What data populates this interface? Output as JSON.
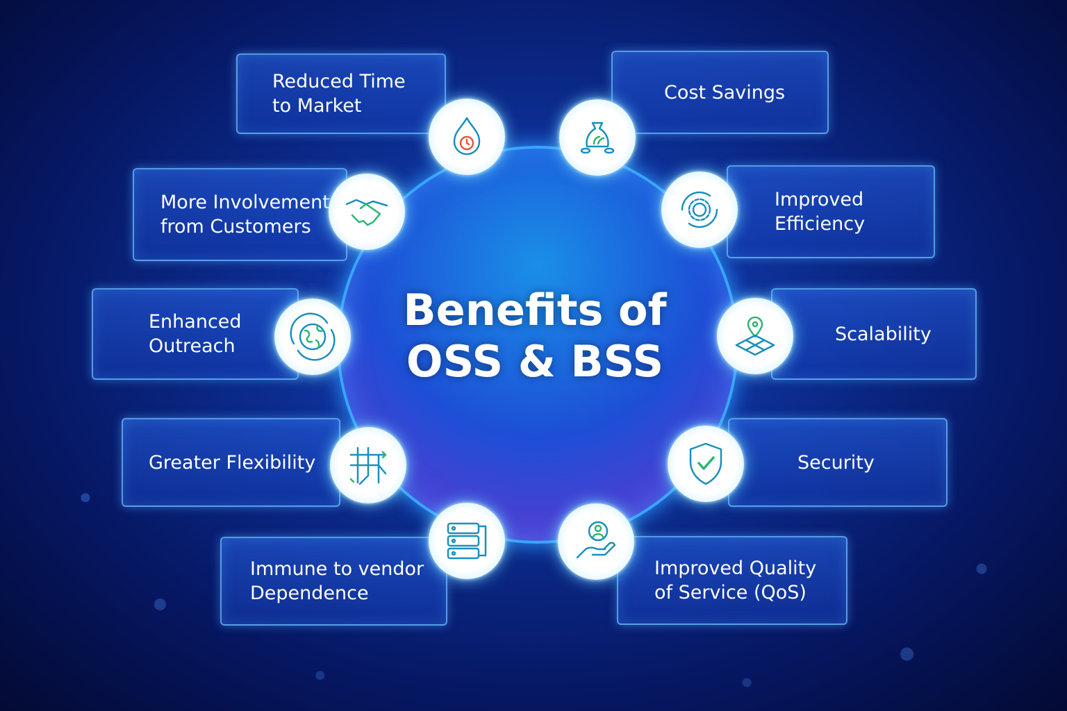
{
  "title": {
    "line1": "Benefits of",
    "line2": "OSS & BSS"
  },
  "benefits": [
    {
      "label": "Reduced Time\nto Market",
      "icon": "flame-clock-icon"
    },
    {
      "label": "Cost Savings",
      "icon": "money-bag-icon"
    },
    {
      "label": "More Involvement\nfrom Customers",
      "icon": "handshake-icon"
    },
    {
      "label": "Improved\nEfficiency",
      "icon": "gear-cycle-icon"
    },
    {
      "label": "Enhanced\nOutreach",
      "icon": "globe-icon"
    },
    {
      "label": "Scalability",
      "icon": "map-pin-icon"
    },
    {
      "label": "Greater Flexibility",
      "icon": "network-arrows-icon"
    },
    {
      "label": "Security",
      "icon": "shield-check-icon"
    },
    {
      "label": "Immune to vendor\nDependence",
      "icon": "server-stack-icon"
    },
    {
      "label": "Improved Quality\nof Service (QoS)",
      "icon": "hand-user-icon"
    }
  ],
  "colors": {
    "accent": "#3aa6ff",
    "icon": "#1a8fbf",
    "highlight": "#e8553a"
  }
}
